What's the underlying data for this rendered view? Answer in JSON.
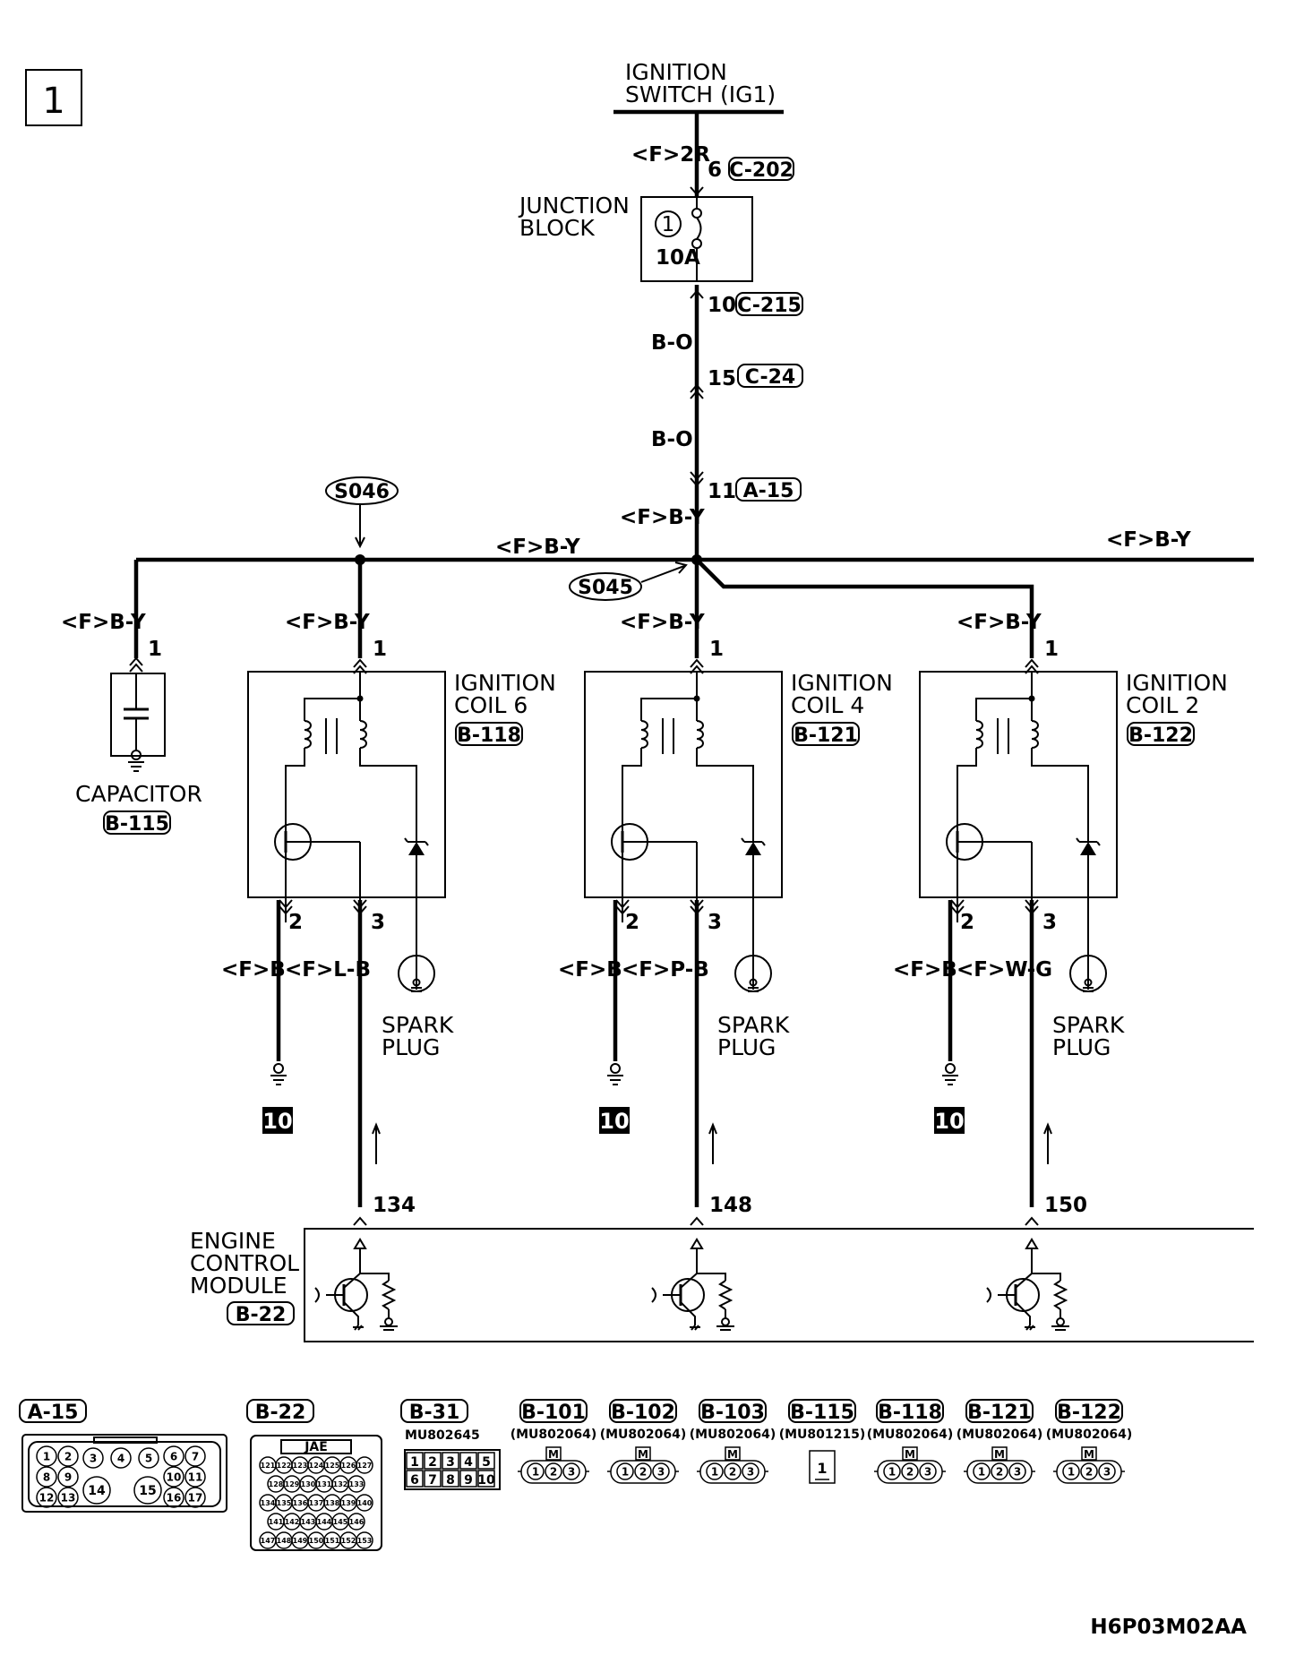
{
  "page_number": "1",
  "diagram_code": "H6P03M02AA",
  "ignition_switch": {
    "line1": "IGNITION",
    "line2": "SWITCH (IG1)"
  },
  "junction_block": {
    "line1": "JUNCTION",
    "line2": "BLOCK",
    "fuse_number": "1",
    "fuse_rating": "10A"
  },
  "top_wires": {
    "wire_f2r": "<F>2R",
    "pin_6": "6",
    "conn_c202": "C-202",
    "pin_10": "10",
    "conn_c215": "C-215",
    "wire_bo_1": "B-O",
    "pin_15": "15",
    "conn_c24": "C-24",
    "wire_bo_2": "B-O",
    "pin_11": "11",
    "conn_a15": "A-15",
    "wire_by_down": "<F>B-Y"
  },
  "splices": {
    "s046": "S046",
    "s045": "S045"
  },
  "bus": {
    "label_mid": "<F>B-Y",
    "label_right": "<F>B-Y"
  },
  "capacitor": {
    "wire": "<F>B-Y",
    "pin": "1",
    "label": "CAPACITOR",
    "connector": "B-115"
  },
  "coils": [
    {
      "name_line1": "IGNITION",
      "name_line2": "COIL 6",
      "connector": "B-118",
      "wire_in": "<F>B-Y",
      "pin_in": "1",
      "pin_2": "2",
      "pin_3": "3",
      "wire_ground": "<F>B",
      "wire_signal": "<F>L-B",
      "plug_line1": "SPARK",
      "plug_line2": "PLUG",
      "ground_ref": "10",
      "ecm_pin": "134"
    },
    {
      "name_line1": "IGNITION",
      "name_line2": "COIL 4",
      "connector": "B-121",
      "wire_in": "<F>B-Y",
      "pin_in": "1",
      "pin_2": "2",
      "pin_3": "3",
      "wire_ground": "<F>B",
      "wire_signal": "<F>P-B",
      "plug_line1": "SPARK",
      "plug_line2": "PLUG",
      "ground_ref": "10",
      "ecm_pin": "148"
    },
    {
      "name_line1": "IGNITION",
      "name_line2": "COIL 2",
      "connector": "B-122",
      "wire_in": "<F>B-Y",
      "pin_in": "1",
      "pin_2": "2",
      "pin_3": "3",
      "wire_ground": "<F>B",
      "wire_signal": "<F>W-G",
      "plug_line1": "SPARK",
      "plug_line2": "PLUG",
      "ground_ref": "10",
      "ecm_pin": "150"
    }
  ],
  "ecm": {
    "line1": "ENGINE",
    "line2": "CONTROL",
    "line3": "MODULE",
    "connector": "B-22"
  },
  "legend": {
    "a15": {
      "tag": "A-15",
      "pins": [
        "1",
        "2",
        "3",
        "4",
        "5",
        "6",
        "7",
        "8",
        "9",
        "10",
        "11",
        "12",
        "13",
        "14",
        "15",
        "16",
        "17"
      ]
    },
    "b22": {
      "tag": "B-22",
      "header": "JAE",
      "rows": [
        [
          "121",
          "122",
          "123",
          "124",
          "125",
          "126",
          "127"
        ],
        [
          "128",
          "129",
          "130",
          "131",
          "132",
          "133"
        ],
        [
          "134",
          "135",
          "136",
          "137",
          "138",
          "139",
          "140"
        ],
        [
          "141",
          "142",
          "143",
          "144",
          "145",
          "146"
        ],
        [
          "147",
          "148",
          "149",
          "150",
          "151",
          "152",
          "153"
        ]
      ]
    },
    "b31": {
      "tag": "B-31",
      "part": "MU802645",
      "pins": [
        "1",
        "2",
        "3",
        "4",
        "5",
        "6",
        "7",
        "8",
        "9",
        "10"
      ]
    },
    "small_connectors": [
      {
        "tag": "B-101",
        "part": "(MU802064)",
        "key": "M",
        "pins": [
          "1",
          "2",
          "3"
        ]
      },
      {
        "tag": "B-102",
        "part": "(MU802064)",
        "key": "M",
        "pins": [
          "1",
          "2",
          "3"
        ]
      },
      {
        "tag": "B-103",
        "part": "(MU802064)",
        "key": "M",
        "pins": [
          "1",
          "2",
          "3"
        ]
      },
      {
        "tag": "B-115",
        "part": "(MU801215)",
        "key": "",
        "pins": [
          "1"
        ]
      },
      {
        "tag": "B-118",
        "part": "(MU802064)",
        "key": "M",
        "pins": [
          "1",
          "2",
          "3"
        ]
      },
      {
        "tag": "B-121",
        "part": "(MU802064)",
        "key": "M",
        "pins": [
          "1",
          "2",
          "3"
        ]
      },
      {
        "tag": "B-122",
        "part": "(MU802064)",
        "key": "M",
        "pins": [
          "1",
          "2",
          "3"
        ]
      }
    ]
  }
}
